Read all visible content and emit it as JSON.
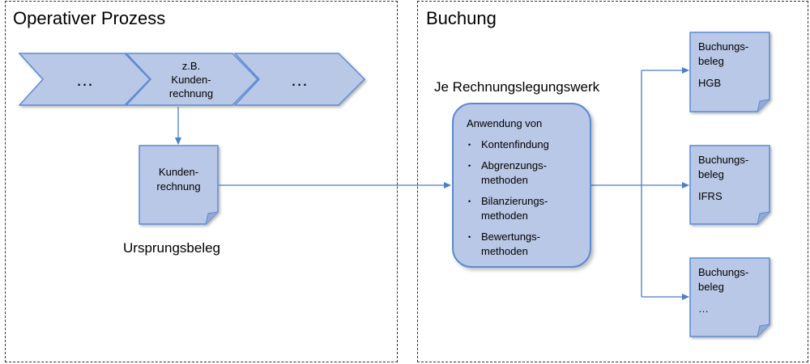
{
  "panels": {
    "left": {
      "title": "Operativer Prozess"
    },
    "right": {
      "title": "Buchung"
    }
  },
  "process_chevrons": [
    {
      "label": "…"
    },
    {
      "label": "z.B.\nKunden-\nrechnung"
    },
    {
      "label": "…"
    }
  ],
  "origin_document": {
    "text": "Kunden-\nrechnung",
    "caption": "Ursprungsbeleg"
  },
  "per_standard_label": "Je Rechnungslegungswerk",
  "application_box": {
    "heading": "Anwendung von",
    "items": [
      "Kontenfindung",
      "Abgrenzungs-\nmethoden",
      "Bilanzierungs-\nmethoden",
      "Bewertungs-\nmethoden"
    ]
  },
  "booking_documents": [
    {
      "title": "Buchungs-\nbeleg",
      "standard": "HGB"
    },
    {
      "title": "Buchungs-\nbeleg",
      "standard": "IFRS"
    },
    {
      "title": "Buchungs-\nbeleg",
      "standard": "…"
    }
  ],
  "colors": {
    "shape_fill": "#b9c8e6",
    "shape_stroke": "#5b8bd4",
    "connector": "#4a7ec8",
    "border": "#333333"
  }
}
